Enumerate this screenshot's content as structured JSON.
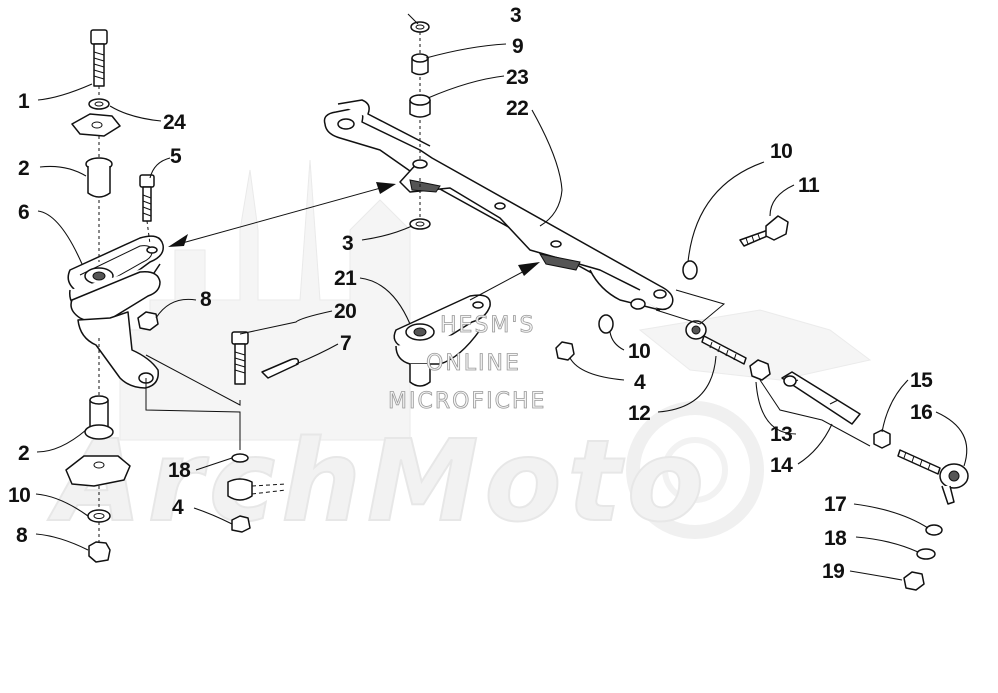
{
  "watermark": {
    "line1": "HESM'S",
    "line2": "ONLINE",
    "line3": "MICROFICHE",
    "brand": "ArchMoto"
  },
  "callouts": {
    "c1": "1",
    "c2a": "2",
    "c2b": "2",
    "c3a": "3",
    "c3b": "3",
    "c4a": "4",
    "c4b": "4",
    "c5": "5",
    "c6": "6",
    "c7": "7",
    "c8a": "8",
    "c8b": "8",
    "c9": "9",
    "c10a": "10",
    "c10b": "10",
    "c10c": "10",
    "c11": "11",
    "c12": "12",
    "c13": "13",
    "c14": "14",
    "c15": "15",
    "c16": "16",
    "c17": "17",
    "c18a": "18",
    "c18b": "18",
    "c19": "19",
    "c20": "20",
    "c21": "21",
    "c22": "22",
    "c23": "23",
    "c24": "24"
  }
}
